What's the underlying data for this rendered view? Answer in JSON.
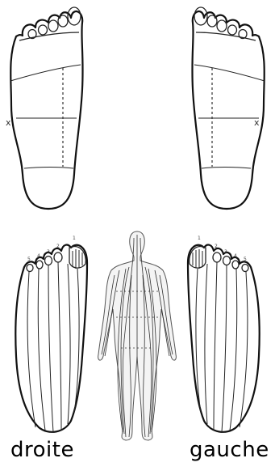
{
  "labels": {
    "right_foot": "droite",
    "left_foot": "gauche"
  },
  "markers": {
    "left_x": "x",
    "right_x": "x"
  },
  "toe_numbers": {
    "left": [
      "5",
      "4",
      "3",
      "2",
      "1"
    ],
    "right": [
      "1",
      "2",
      "3",
      "4",
      "5"
    ]
  },
  "colors": {
    "ink": "#111111",
    "background": "#ffffff"
  }
}
